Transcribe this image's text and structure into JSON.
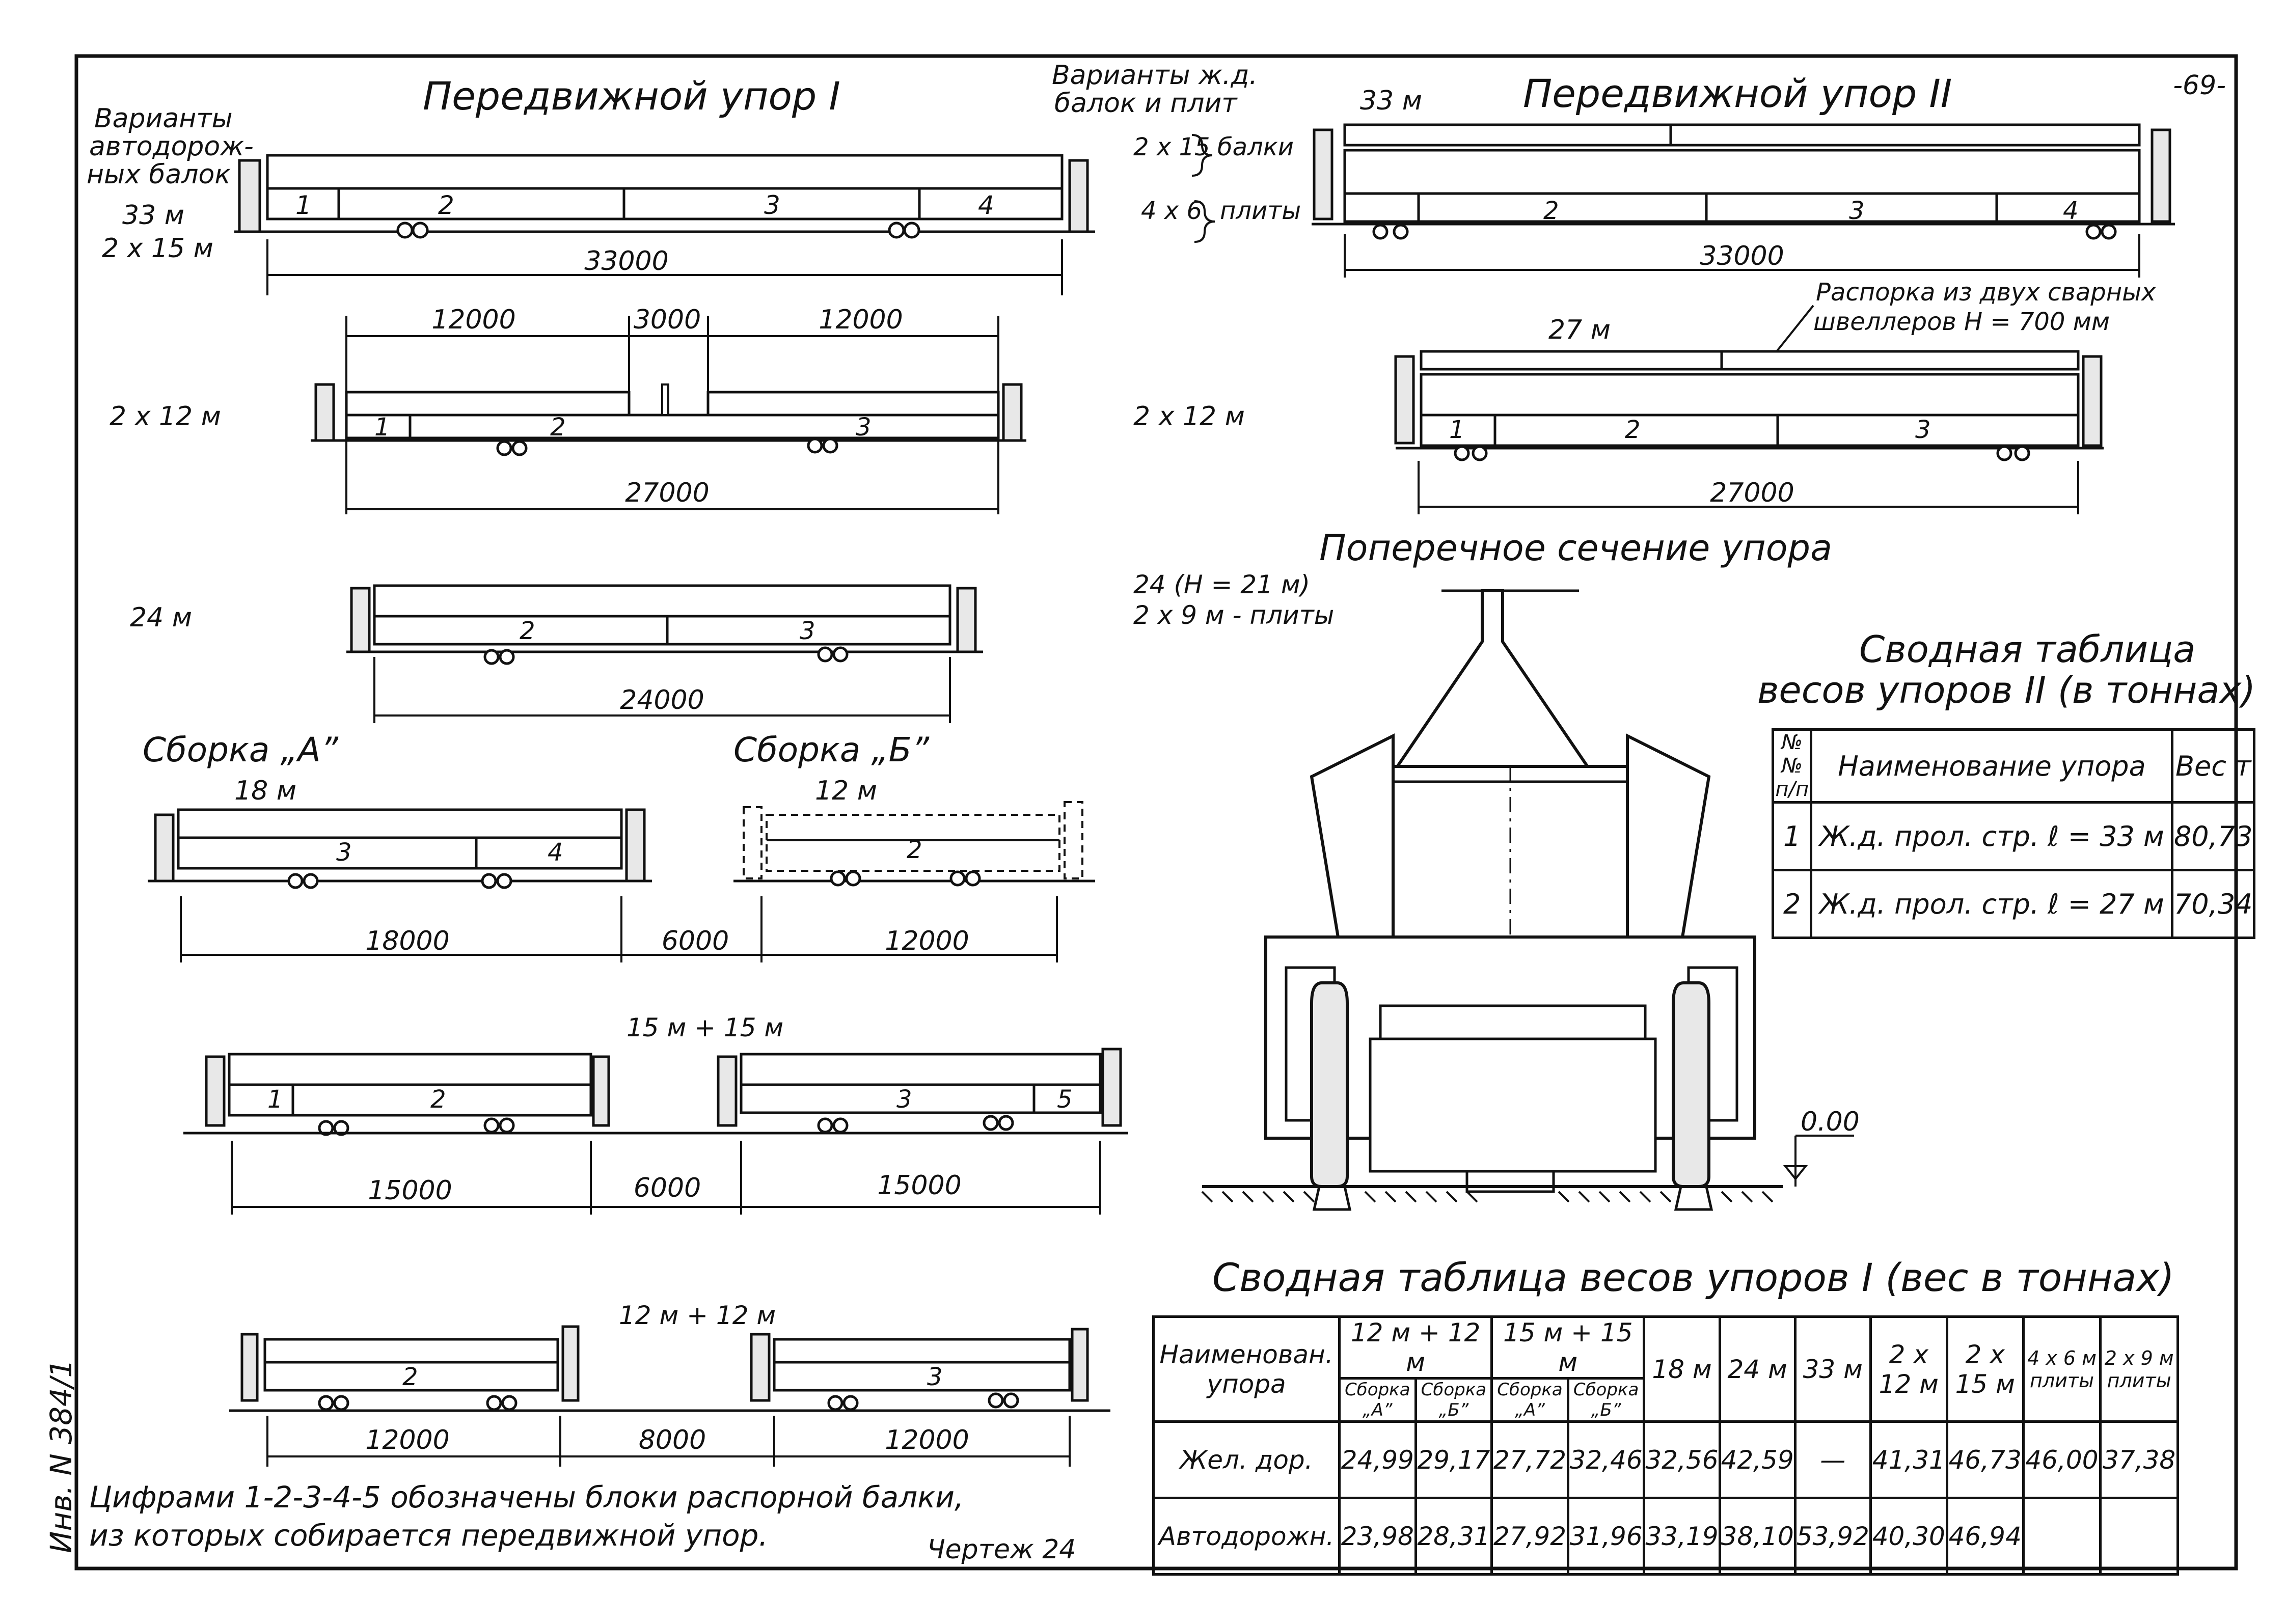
{
  "page_number": "-69-",
  "title_I": "Передвижной упор I",
  "title_II": "Передвижной упор II",
  "variants_road": "Варианты автодорож- ных балок",
  "variants_rail": "Варианты ж.д. балок и плит",
  "I_33_label": "33 м",
  "I_33_sub": "2 х 15 м",
  "I_33_dim": "33000",
  "I_2x12_label": "2 х 12 м",
  "I_2x12_dims": [
    "12000",
    "3000",
    "12000"
  ],
  "I_2x12_total": "27000",
  "I_24_label": "24 м",
  "I_24_dim": "24000",
  "asm_A": "Сборка „А”",
  "asm_B": "Сборка „Б”",
  "asm_A_len": "18 м",
  "asm_B_len": "12 м",
  "asm_dims": [
    "18000",
    "6000",
    "12000"
  ],
  "pair15_label": "15 м + 15 м",
  "pair15_dims": [
    "15000",
    "6000",
    "15000"
  ],
  "pair12_label": "12 м + 12 м",
  "pair12_dims": [
    "12000",
    "8000",
    "12000"
  ],
  "II_33_label": "33 м",
  "II_2x15": "2 х 15",
  "II_beams": "балки",
  "II_4x6": "4 х 6",
  "II_plates": "плиты",
  "II_33_dim": "33000",
  "strut_note": "Распорка из двух сварных швеллеров Н = 700 мм",
  "II_27_label": "27 м",
  "II_2x12_label": "2 х 12 м",
  "II_27_dim": "27000",
  "section_title": "Поперечное сечение упора",
  "section_note_1": "24 (Н = 21 м)",
  "section_note_2": "2 х 9 м - плиты",
  "level": "0.00",
  "block_numbers": [
    "1",
    "2",
    "3",
    "4",
    "5"
  ],
  "table_II": {
    "title_1": "Сводная таблица",
    "title_2": "весов упоров II (в тоннах)",
    "headers": [
      "№№ п/п",
      "Наименование упора",
      "Вес т"
    ],
    "rows": [
      [
        "1",
        "Ж.д. прол. стр. ℓ = 33 м",
        "80,73"
      ],
      [
        "2",
        "Ж.д. прол. стр. ℓ = 27 м",
        "70,34"
      ]
    ]
  },
  "table_I": {
    "title": "Сводная таблица весов упоров I (вес в тоннах)",
    "name_header": "Наименован. упора",
    "group_12": "12 м + 12 м",
    "group_15": "15 м + 15 м",
    "sub_headers": [
      "Сборка „А”",
      "Сборка „Б”",
      "Сборка „А”",
      "Сборка „Б”"
    ],
    "col_headers": [
      "18 м",
      "24 м",
      "33 м",
      "2 х 12 м",
      "2 х 15 м",
      "4 х 6 м плиты",
      "2 х 9 м плиты"
    ],
    "rows": [
      {
        "name": "Жел. дор.",
        "values": [
          "24,99",
          "29,17",
          "27,72",
          "32,46",
          "32,56",
          "42,59",
          "—",
          "41,31",
          "46,73",
          "46,00",
          "37,38"
        ]
      },
      {
        "name": "Автодорожн.",
        "values": [
          "23,98",
          "28,31",
          "27,92",
          "31,96",
          "33,19",
          "38,10",
          "53,92",
          "40,30",
          "46,94",
          "",
          ""
        ]
      }
    ]
  },
  "footnote_1": "Цифрами 1-2-3-4-5 обозначены блоки распорной балки,",
  "footnote_2": "из которых собирается передвижной упор.",
  "drawing_no": "Чертеж 24",
  "inventory_no": "Инв. N 384/1"
}
